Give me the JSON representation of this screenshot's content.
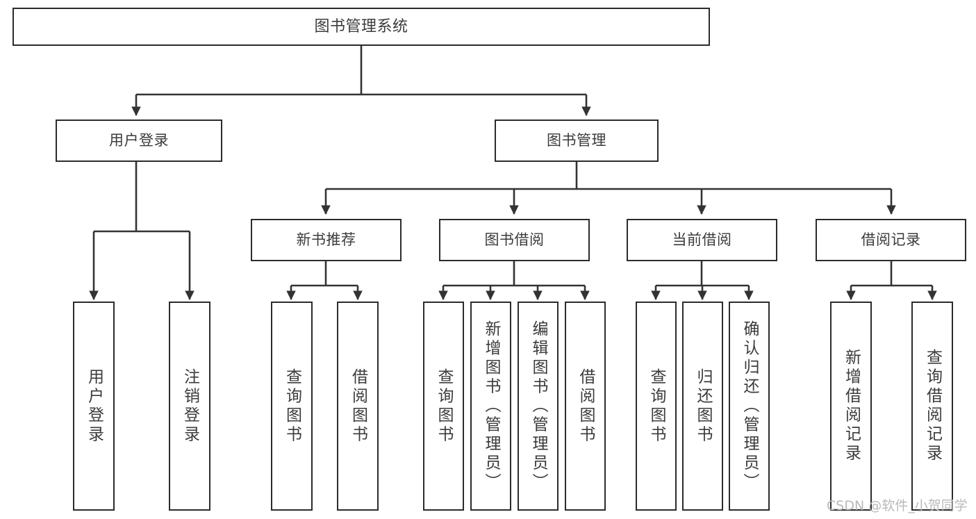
{
  "diagram": {
    "title": "图书管理系统",
    "type": "tree-hierarchy-chart",
    "orientation": "top-down",
    "colors": {
      "background": "#ffffff",
      "border": "#2b2b2b",
      "text": "#3b3b3b",
      "connector": "#333333",
      "watermark": "#b9b9b9"
    }
  },
  "root": {
    "label": "图书管理系统"
  },
  "level2": [
    {
      "id": "user-login",
      "label": "用户登录"
    },
    {
      "id": "book-management",
      "label": "图书管理"
    }
  ],
  "level3": [
    {
      "id": "new-book-recommend",
      "label": "新书推荐"
    },
    {
      "id": "book-borrow",
      "label": "图书借阅"
    },
    {
      "id": "current-borrow",
      "label": "当前借阅"
    },
    {
      "id": "borrow-record",
      "label": "借阅记录"
    }
  ],
  "leaves": {
    "user_login": [
      {
        "id": "leaf-user-login",
        "label": "用户登录"
      },
      {
        "id": "leaf-logout-login",
        "label": "注销登录"
      }
    ],
    "new_book_recommend": [
      {
        "id": "leaf-query-book-1",
        "label": "查询图书"
      },
      {
        "id": "leaf-borrow-book-1",
        "label": "借阅图书"
      }
    ],
    "book_borrow": [
      {
        "id": "leaf-query-book-2",
        "label": "查询图书"
      },
      {
        "id": "leaf-add-book",
        "label": "新增图书（管理员）"
      },
      {
        "id": "leaf-edit-book",
        "label": "编辑图书（管理员）"
      },
      {
        "id": "leaf-borrow-book-2",
        "label": "借阅图书"
      }
    ],
    "current_borrow": [
      {
        "id": "leaf-query-book-3",
        "label": "查询图书"
      },
      {
        "id": "leaf-return-book",
        "label": "归还图书"
      },
      {
        "id": "leaf-confirm-return",
        "label": "确认归还（管理员）"
      }
    ],
    "borrow_record": [
      {
        "id": "leaf-add-borrow-record",
        "label": "新增借阅记录"
      },
      {
        "id": "leaf-query-borrow-record",
        "label": "查询借阅记录"
      }
    ]
  },
  "watermark": {
    "text": "CSDN @软件_小贺同学"
  }
}
